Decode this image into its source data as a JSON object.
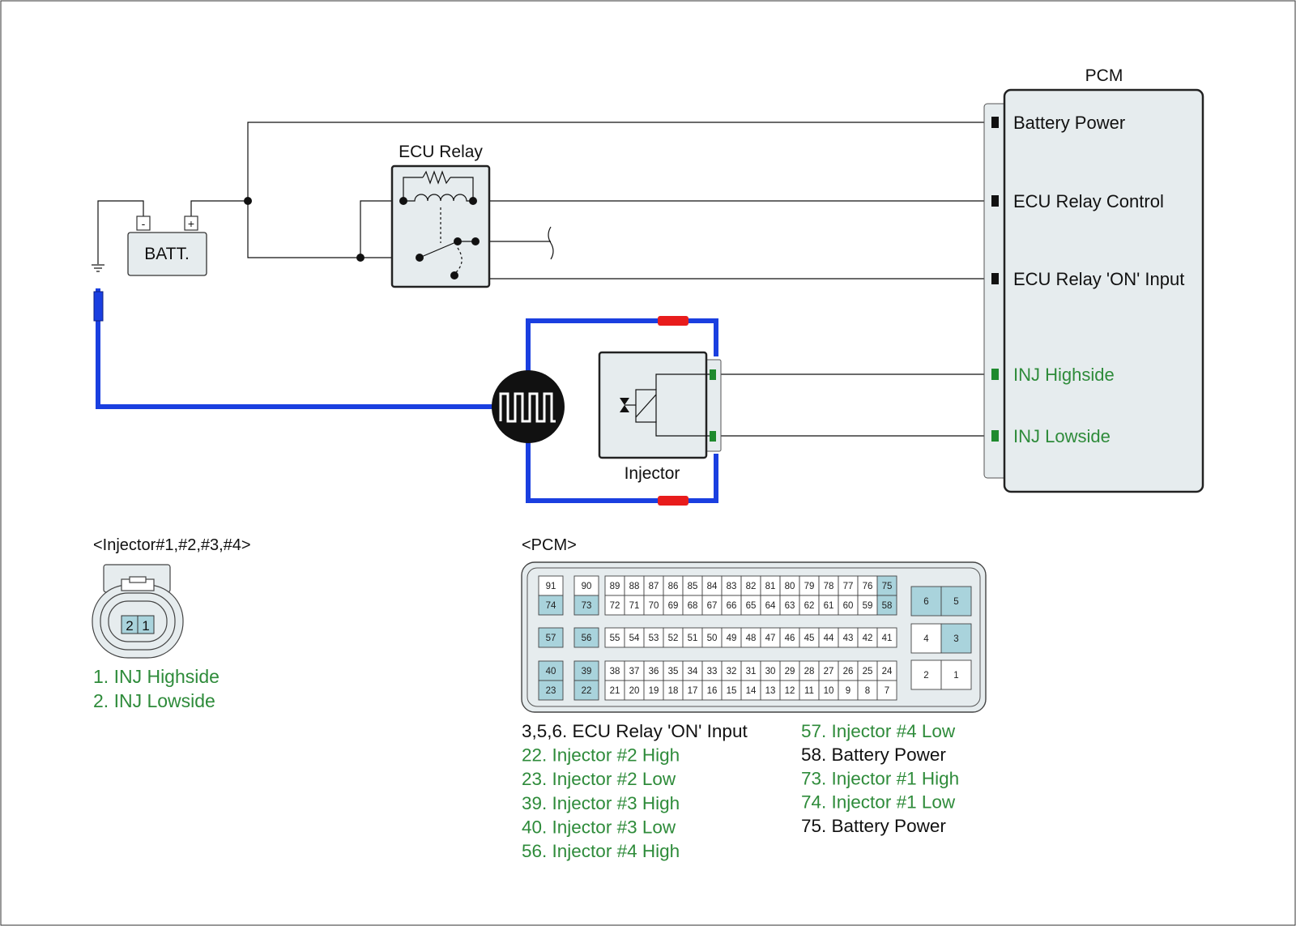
{
  "pcm": {
    "title": "PCM",
    "terminals": [
      {
        "label": "Battery Power",
        "color": "#111111"
      },
      {
        "label": "ECU Relay Control",
        "color": "#111111"
      },
      {
        "label": "ECU Relay 'ON' Input",
        "color": "#111111"
      },
      {
        "label": "INJ Highside",
        "color": "#2e8b3a"
      },
      {
        "label": "INJ Lowside",
        "color": "#2e8b3a"
      }
    ]
  },
  "relay": {
    "title": "ECU Relay"
  },
  "battery": {
    "label": "BATT.",
    "neg": "-",
    "pos": "+"
  },
  "injector": {
    "label": "Injector"
  },
  "injector_connector": {
    "title": "<Injector#1,#2,#3,#4>",
    "pins": [
      "2",
      "1"
    ],
    "legend": [
      {
        "text": "1. INJ Highside",
        "color": "#2e8b3a"
      },
      {
        "text": "2. INJ Lowside",
        "color": "#2e8b3a"
      }
    ]
  },
  "pcm_connector": {
    "title": "<PCM>",
    "highlight_color": "#a9d3dc",
    "left_pins": [
      [
        "91",
        "74"
      ],
      [
        "90",
        "73"
      ],
      [
        "57"
      ],
      [
        "56"
      ],
      [
        "40",
        "23"
      ],
      [
        "39",
        "22"
      ]
    ],
    "highlighted": [
      "3",
      "5",
      "6",
      "22",
      "23",
      "39",
      "40",
      "56",
      "57",
      "58",
      "73",
      "74",
      "75"
    ],
    "grid_top": [
      [
        "89",
        "88",
        "87",
        "86",
        "85",
        "84",
        "83",
        "82",
        "81",
        "80",
        "79",
        "78",
        "77",
        "76",
        "75"
      ],
      [
        "72",
        "71",
        "70",
        "69",
        "68",
        "67",
        "66",
        "65",
        "64",
        "63",
        "62",
        "61",
        "60",
        "59",
        "58"
      ]
    ],
    "grid_mid": [
      "55",
      "54",
      "53",
      "52",
      "51",
      "50",
      "49",
      "48",
      "47",
      "46",
      "45",
      "44",
      "43",
      "42",
      "41"
    ],
    "grid_bot": [
      [
        "38",
        "37",
        "36",
        "35",
        "34",
        "33",
        "32",
        "31",
        "30",
        "29",
        "28",
        "27",
        "26",
        "25",
        "24"
      ],
      [
        "21",
        "20",
        "19",
        "18",
        "17",
        "16",
        "15",
        "14",
        "13",
        "12",
        "11",
        "10",
        "9",
        "8",
        "7"
      ]
    ],
    "right_pins": [
      [
        "6",
        "5"
      ],
      [
        "4",
        "3"
      ],
      [
        "2",
        "1"
      ]
    ],
    "legend_left": [
      {
        "text": "3,5,6. ECU Relay 'ON' Input",
        "color": "#111111"
      },
      {
        "text": "22. Injector #2 High",
        "color": "#2e8b3a"
      },
      {
        "text": "23. Injector #2 Low",
        "color": "#2e8b3a"
      },
      {
        "text": "39. Injector #3 High",
        "color": "#2e8b3a"
      },
      {
        "text": "40. Injector #3 Low",
        "color": "#2e8b3a"
      },
      {
        "text": "56. Injector #4 High",
        "color": "#2e8b3a"
      }
    ],
    "legend_right": [
      {
        "text": "57. Injector #4 Low",
        "color": "#2e8b3a"
      },
      {
        "text": "58. Battery Power",
        "color": "#111111"
      },
      {
        "text": "73. Injector #1 High",
        "color": "#2e8b3a"
      },
      {
        "text": "74. Injector #1 Low",
        "color": "#2e8b3a"
      },
      {
        "text": "75. Battery Power",
        "color": "#111111"
      }
    ]
  },
  "colors": {
    "probe_blue": "#1a3fe0",
    "probe_red": "#e81c1c",
    "terminal_green": "#1f8a2e",
    "box_fill": "#e6ecee"
  }
}
